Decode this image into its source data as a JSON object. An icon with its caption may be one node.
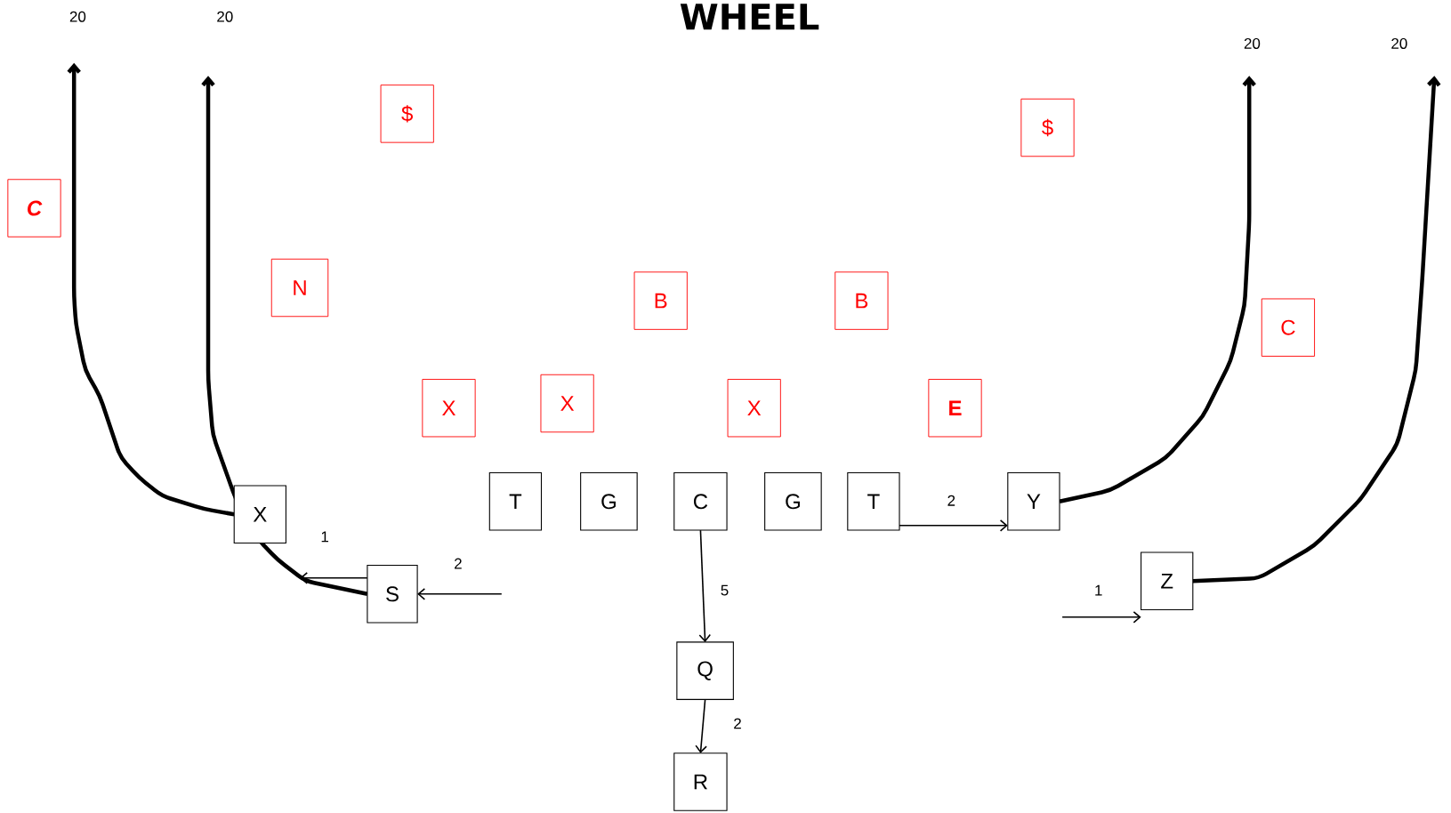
{
  "diagram": {
    "title": "WHEEL",
    "nodes": [
      {
        "text": [
          "$"
        ]
      },
      {
        "text": [
          "$"
        ]
      },
      {
        "text": [
          "C"
        ]
      },
      {
        "text": [
          "N"
        ]
      },
      {
        "text": [
          "B"
        ]
      },
      {
        "text": [
          "B"
        ]
      },
      {
        "text": [
          "C"
        ]
      },
      {
        "text": [
          "X"
        ]
      },
      {
        "text": [
          "X"
        ]
      },
      {
        "text": [
          "X"
        ]
      },
      {
        "text": [
          "E"
        ]
      },
      {
        "text": [
          "X"
        ]
      },
      {
        "text": [
          "S"
        ]
      },
      {
        "text": [
          "T"
        ]
      },
      {
        "text": [
          "G"
        ]
      },
      {
        "text": [
          "C"
        ]
      },
      {
        "text": [
          "G"
        ]
      },
      {
        "text": [
          "T"
        ]
      },
      {
        "text": [
          "Y"
        ]
      },
      {
        "text": [
          "Z"
        ]
      },
      {
        "text": [
          "Q"
        ]
      },
      {
        "text": [
          "R"
        ]
      }
    ],
    "edges": [
      {
        "from": 11,
        "to": null,
        "arrow": "to",
        "style": "thick",
        "label": "20"
      },
      {
        "from": 12,
        "to": null,
        "arrow": "to",
        "style": "thick",
        "label": "20"
      },
      {
        "from": 18,
        "to": null,
        "arrow": "to",
        "style": "thick",
        "label": "20"
      },
      {
        "from": 19,
        "to": null,
        "arrow": "to",
        "style": "thick",
        "label": "20"
      },
      {
        "from": 12,
        "to": null,
        "arrow": "to",
        "label": "1"
      },
      {
        "from": null,
        "to": 12,
        "arrow": "to",
        "label": "2"
      },
      {
        "from": 17,
        "to": 18,
        "arrow": "to",
        "label": "2"
      },
      {
        "from": 15,
        "to": 20,
        "arrow": "to",
        "label": "5"
      },
      {
        "from": 20,
        "to": 21,
        "arrow": "to",
        "label": "2"
      },
      {
        "from": null,
        "to": 19,
        "arrow": "to",
        "label": "1"
      }
    ]
  }
}
